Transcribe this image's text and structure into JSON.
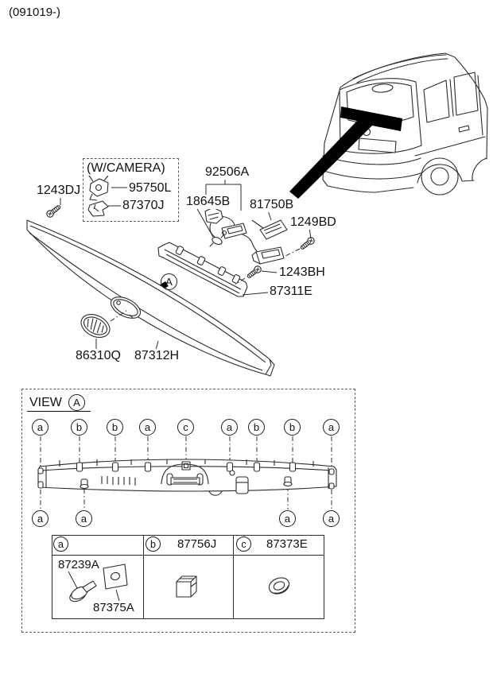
{
  "meta": {
    "production_code": "(091019-)"
  },
  "camera_option": {
    "title": "(W/CAMERA)",
    "camera_part": "95750L",
    "bracket_part": "87370J"
  },
  "parts": {
    "screw_1243dj": "1243DJ",
    "lamp_assy_92506a": "92506A",
    "wiring_18645b": "18645B",
    "lens_81750b": "81750B",
    "screw_1249bd": "1249BD",
    "screw_1243bh": "1243BH",
    "moulding_87311e": "87311E",
    "emblem_86310q": "86310Q",
    "garnish_87312h": "87312H",
    "detail_ref": "A"
  },
  "view_a": {
    "title": "VIEW",
    "ref": "A",
    "top_markers": [
      "a",
      "b",
      "b",
      "a",
      "c",
      "a",
      "b",
      "b",
      "a"
    ],
    "bottom_markers": [
      "a",
      "a",
      "a",
      "a"
    ],
    "legend": {
      "a": {
        "key": "a",
        "part": "",
        "sub_parts": [
          "87239A",
          "87375A"
        ]
      },
      "b": {
        "key": "b",
        "part": "87756J"
      },
      "c": {
        "key": "c",
        "part": "87373E"
      }
    }
  }
}
